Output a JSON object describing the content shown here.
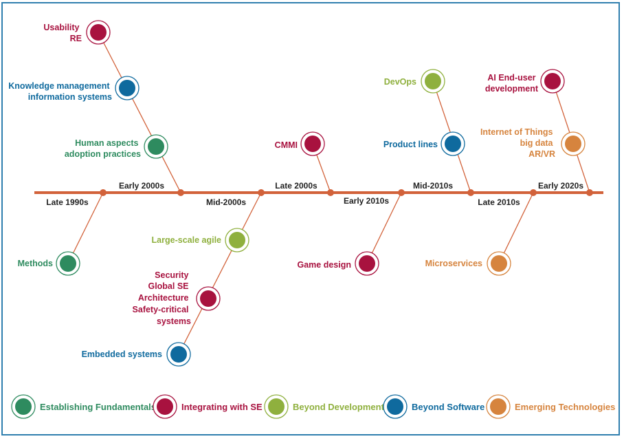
{
  "colors": {
    "establishing": "#2e8b5f",
    "integrating": "#a8123f",
    "beyond_dev": "#8fb03e",
    "beyond_sw": "#0f6a9e",
    "emerging": "#d6843e",
    "timeline": "#d2623a"
  },
  "eras": {
    "late_1990s": "Late 1990s",
    "early_2000s": "Early 2000s",
    "mid_2000s": "Mid-2000s",
    "late_2000s": "Late 2000s",
    "early_2010s": "Early 2010s",
    "mid_2010s": "Mid-2010s",
    "late_2010s": "Late 2010s",
    "early_2020s": "Early 2020s"
  },
  "topics": {
    "usability": [
      "Usability",
      "RE"
    ],
    "knowledge": [
      "Knowledge management",
      "information systems"
    ],
    "human": [
      "Human aspects",
      "adoption practices"
    ],
    "methods": [
      "Methods"
    ],
    "large_agile": [
      "Large-scale agile"
    ],
    "security": [
      "Security",
      "Global SE",
      "Architecture",
      "Safety-critical",
      "systems"
    ],
    "embedded": [
      "Embedded systems"
    ],
    "cmmi": [
      "CMMI"
    ],
    "game": [
      "Game design"
    ],
    "devops": [
      "DevOps"
    ],
    "product_lines": [
      "Product lines"
    ],
    "microservices": [
      "Microservices"
    ],
    "ai": [
      "AI End-user",
      "development"
    ],
    "iot": [
      "Internet of Things",
      "big data",
      "AR/VR"
    ]
  },
  "legend": {
    "establishing": "Establishing Fundamentals",
    "integrating": "Integrating with SE",
    "beyond_dev": "Beyond Development",
    "beyond_sw": "Beyond Software",
    "emerging": "Emerging Technologies"
  }
}
